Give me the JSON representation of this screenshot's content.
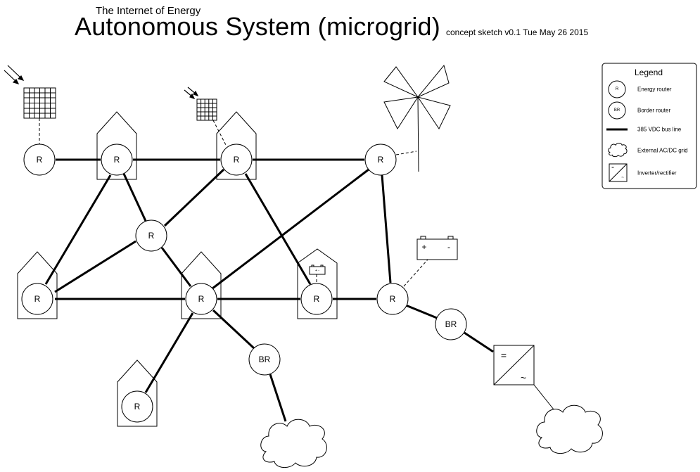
{
  "header": {
    "subtitle": "The Internet of Energy",
    "title": "Autonomous System (microgrid)",
    "note": "concept sketch v0.1 Tue May 26 2015"
  },
  "nodes": {
    "router_label": "R",
    "border_router_label": "BR"
  },
  "battery": {
    "plus": "+",
    "minus": "-",
    "small_label": "+ -"
  },
  "inverter": {
    "dc_symbol": "=",
    "ac_symbol": "~"
  },
  "legend": {
    "title": "Legend",
    "items": [
      {
        "symbol": "R",
        "label": "Energy router"
      },
      {
        "symbol": "BR",
        "label": "Border router"
      },
      {
        "symbol": "",
        "label": "385 VDC bus line"
      },
      {
        "symbol": "",
        "label": "External AC/DC grid"
      },
      {
        "symbol": "",
        "label": "Inverter/rectifier"
      }
    ]
  }
}
